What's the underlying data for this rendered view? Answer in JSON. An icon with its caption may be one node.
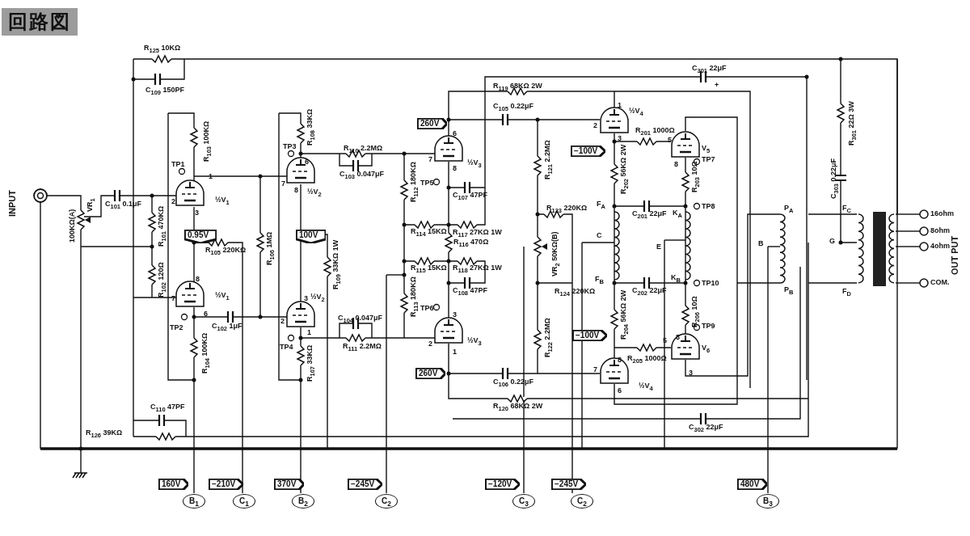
{
  "diagram": {
    "title": "回路図",
    "nodes": [
      {
        "text": [
          "0.95V"
        ]
      },
      {
        "text": [
          "100V"
        ]
      },
      {
        "text": [
          "260V"
        ]
      },
      {
        "text": [
          "−100V"
        ]
      },
      {
        "text": [
          "260V"
        ]
      },
      {
        "text": [
          "−100V"
        ]
      },
      {
        "text": [
          "160V"
        ]
      },
      {
        "text": [
          "−210V"
        ]
      },
      {
        "text": [
          "370V"
        ]
      },
      {
        "text": [
          "−245V"
        ]
      },
      {
        "text": [
          "−120V"
        ]
      },
      {
        "text": [
          "−245V"
        ]
      },
      {
        "text": [
          "480V"
        ]
      },
      {
        "text": [
          "B$_{1}$"
        ]
      },
      {
        "text": [
          "C$_{1}$"
        ]
      },
      {
        "text": [
          "B$_{2}$"
        ]
      },
      {
        "text": [
          "C$_{2}$"
        ]
      },
      {
        "text": [
          "C$_{3}$"
        ]
      },
      {
        "text": [
          "C$_{2}$"
        ]
      },
      {
        "text": [
          "B$_{3}$"
        ]
      }
    ],
    "labels": [
      "INPUT",
      "R$_{125}$ 10KΩ",
      "C$_{109}$ 150PF",
      "R$_{103}$ 100KΩ",
      "TP1",
      "1",
      "2",
      "3",
      "½V$_{1}$",
      "100KΩ(A)",
      "VR$_{1}$",
      "C$_{101}$ 0.1μF",
      "R$_{101}$ 470KΩ",
      "R$_{102}$ 120Ω",
      "R$_{105}$ 220KΩ",
      "8",
      "7",
      "½V$_{1}$",
      "6",
      "TP2",
      "C$_{102}$ 1μF",
      "R$_{104}$ 100KΩ",
      "C$_{110}$ 47PF",
      "R$_{126}$ 39KΩ",
      "R$_{106}$ 1MΩ",
      "TP3",
      "R$_{108}$ 33KΩ",
      "6",
      "7",
      "8",
      "½V$_{2}$",
      "R$_{110}$ 2.2MΩ",
      "C$_{103}$ 0.047μF",
      "R$_{109}$ 33KΩ 1W",
      "3",
      "½V$_{2}$",
      "2",
      "1",
      "TP4",
      "C$_{104}$ 0.047μF",
      "R$_{111}$ 2.2MΩ",
      "R$_{107}$ 33KΩ",
      "R$_{119}$ 68KΩ 2W",
      "C$_{105}$ 0.22μF",
      "6",
      "7",
      "8",
      "½V$_{3}$",
      "R$_{112}$ 180KΩ",
      "TP5",
      "C$_{107}$ 47PF",
      "R$_{114}$ 15KΩ",
      "R$_{117}$ 27KΩ 1W",
      "R$_{116}$ 470Ω",
      "R$_{115}$ 15KΩ",
      "R$_{118}$ 27KΩ 1W",
      "R$_{113}$ 180KΩ",
      "TP6",
      "C$_{108}$ 47PF",
      "3",
      "2",
      "½V$_{3}$",
      "1",
      "C$_{106}$ 0.22μF",
      "R$_{120}$ 68KΩ 2W",
      "R$_{121}$ 2.2MΩ",
      "R$_{123}$ 220KΩ",
      "VR$_{2}$ 50KΩ(B)",
      "R$_{124}$ 220KΩ",
      "R$_{122}$ 2.2MΩ",
      "1",
      "½V$_{4}$",
      "2",
      "3",
      "R$_{201}$ 1000Ω",
      "5",
      "V$_{5}$",
      "8",
      "TP7",
      "R$_{202}$ 56KΩ 2W",
      "R$_{203}$ 10Ω",
      "C$_{201}$ 22μF",
      "F$_{A}$",
      "K$_{A}$",
      "TP8",
      "C",
      "E",
      "C$_{202}$ 22μF",
      "F$_{B}$",
      "K$_{B}$",
      "TP10",
      "R$_{204}$ 56KΩ 2W",
      "R$_{206}$ 10Ω",
      "TP9",
      "8",
      "R$_{205}$ 1000Ω",
      "5",
      "V$_{6}$",
      "8",
      "7",
      "6",
      "3",
      "½V$_{4}$",
      "C$_{301}$ 22μF",
      "+",
      "C$_{302}$ 22μF",
      "R$_{301}$ 22Ω 3W",
      "C$_{303}$ 0.22μF",
      "P$_{A}$",
      "B",
      "P$_{B}$",
      "F$_{C}$",
      "G",
      "F$_{D}$",
      "16ohm",
      "8ohm",
      "4ohm",
      "COM.",
      "OUT PUT"
    ]
  }
}
